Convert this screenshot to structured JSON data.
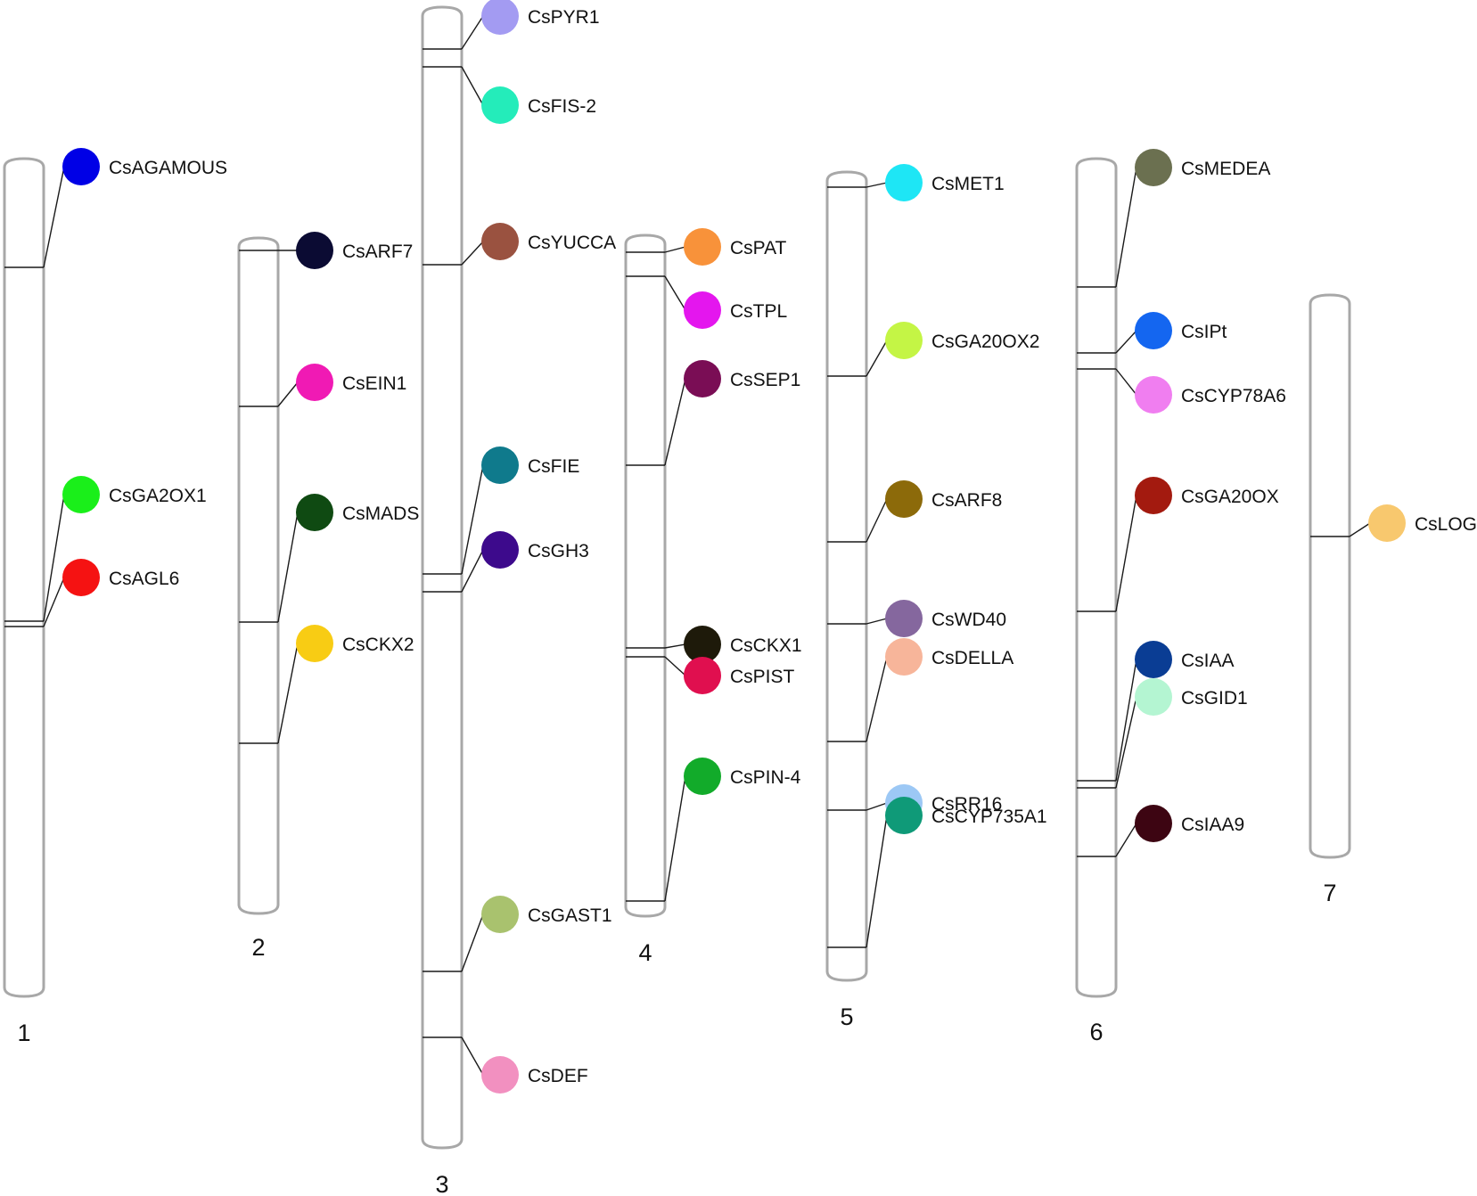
{
  "chromosomes": [
    {
      "label": "1",
      "genes": [
        {
          "name": "CsAGAMOUS",
          "color": "#0000e6"
        },
        {
          "name": "CsGA2OX1",
          "color": "#1aef1a"
        },
        {
          "name": "CsAGL6",
          "color": "#f51212"
        }
      ]
    },
    {
      "label": "2",
      "genes": [
        {
          "name": "CsARF7",
          "color": "#0b0b33"
        },
        {
          "name": "CsEIN1",
          "color": "#f01ab4"
        },
        {
          "name": "CsMADS",
          "color": "#0f4a12"
        },
        {
          "name": "CsCKX2",
          "color": "#f8cc14"
        }
      ]
    },
    {
      "label": "3",
      "genes": [
        {
          "name": "CsPYR1",
          "color": "#a39bf2"
        },
        {
          "name": "CsFIS-2",
          "color": "#24ecba"
        },
        {
          "name": "CsYUCCA",
          "color": "#9a5240"
        },
        {
          "name": "CsFIE",
          "color": "#0f7a8c"
        },
        {
          "name": "CsGH3",
          "color": "#3d0a8c"
        },
        {
          "name": "CsGAST1",
          "color": "#a9c26e"
        },
        {
          "name": "CsDEF",
          "color": "#f290c0"
        }
      ]
    },
    {
      "label": "4",
      "genes": [
        {
          "name": "CsPAT",
          "color": "#f8923a"
        },
        {
          "name": "CsTPL",
          "color": "#e416ee"
        },
        {
          "name": "CsSEP1",
          "color": "#7a0d55"
        },
        {
          "name": "CsCKX1",
          "color": "#1e1a0a"
        },
        {
          "name": "CsPIST",
          "color": "#e00f4f"
        },
        {
          "name": "CsPIN-4",
          "color": "#12ab2a"
        }
      ]
    },
    {
      "label": "5",
      "genes": [
        {
          "name": "CsMET1",
          "color": "#1ee6f5"
        },
        {
          "name": "CsGA20OX2",
          "color": "#c4f545"
        },
        {
          "name": "CsARF8",
          "color": "#8c6a0a"
        },
        {
          "name": "CsWD40",
          "color": "#85679e"
        },
        {
          "name": "CsDELLA",
          "color": "#f7b59a"
        },
        {
          "name": "CsRR16",
          "color": "#9cc8f5"
        },
        {
          "name": "CsCYP735A1",
          "color": "#0f9a78"
        }
      ]
    },
    {
      "label": "6",
      "genes": [
        {
          "name": "CsMEDEA",
          "color": "#6b7050"
        },
        {
          "name": "CsIPt",
          "color": "#1466f0"
        },
        {
          "name": "CsCYP78A6",
          "color": "#f07ef0"
        },
        {
          "name": "CsGA20OX",
          "color": "#a31a0f"
        },
        {
          "name": "CsIAA",
          "color": "#0a3d94"
        },
        {
          "name": "CsGID1",
          "color": "#b4f5d2"
        },
        {
          "name": "CsIAA9",
          "color": "#3d0512"
        }
      ]
    },
    {
      "label": "7",
      "genes": [
        {
          "name": "CsLOG",
          "color": "#f8c86e"
        }
      ]
    }
  ]
}
